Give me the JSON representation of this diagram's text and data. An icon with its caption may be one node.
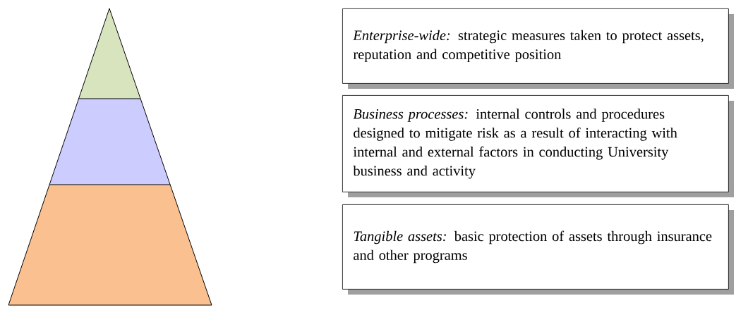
{
  "diagram": {
    "nodes": [
      {
        "text": [
          "*Enterprise-wide:* strategic measures taken to protect assets, reputation and competitive position"
        ]
      },
      {
        "text": [
          "*Business processes:* internal controls and procedures designed to mitigate risk as a result of interacting with internal and external factors in conducting University business and activity"
        ]
      },
      {
        "text": [
          "*Tangible assets:* basic protection of assets through insurance and other programs"
        ]
      }
    ]
  }
}
